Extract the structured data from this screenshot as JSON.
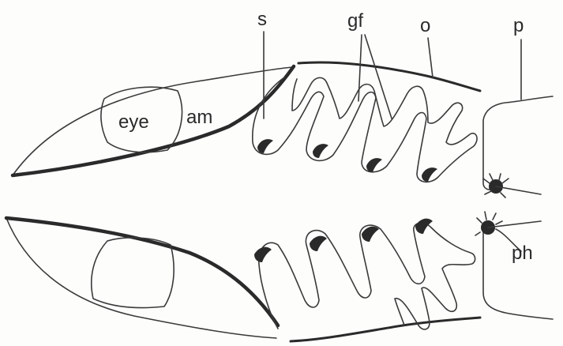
{
  "diagram": {
    "labels": {
      "s": "s",
      "gf": "gf",
      "o": "o",
      "p": "p",
      "eye": "eye",
      "am": "am",
      "ph": "ph"
    },
    "colors": {
      "ink": "#2a2a2a",
      "paper": "#fdfdfb"
    }
  }
}
